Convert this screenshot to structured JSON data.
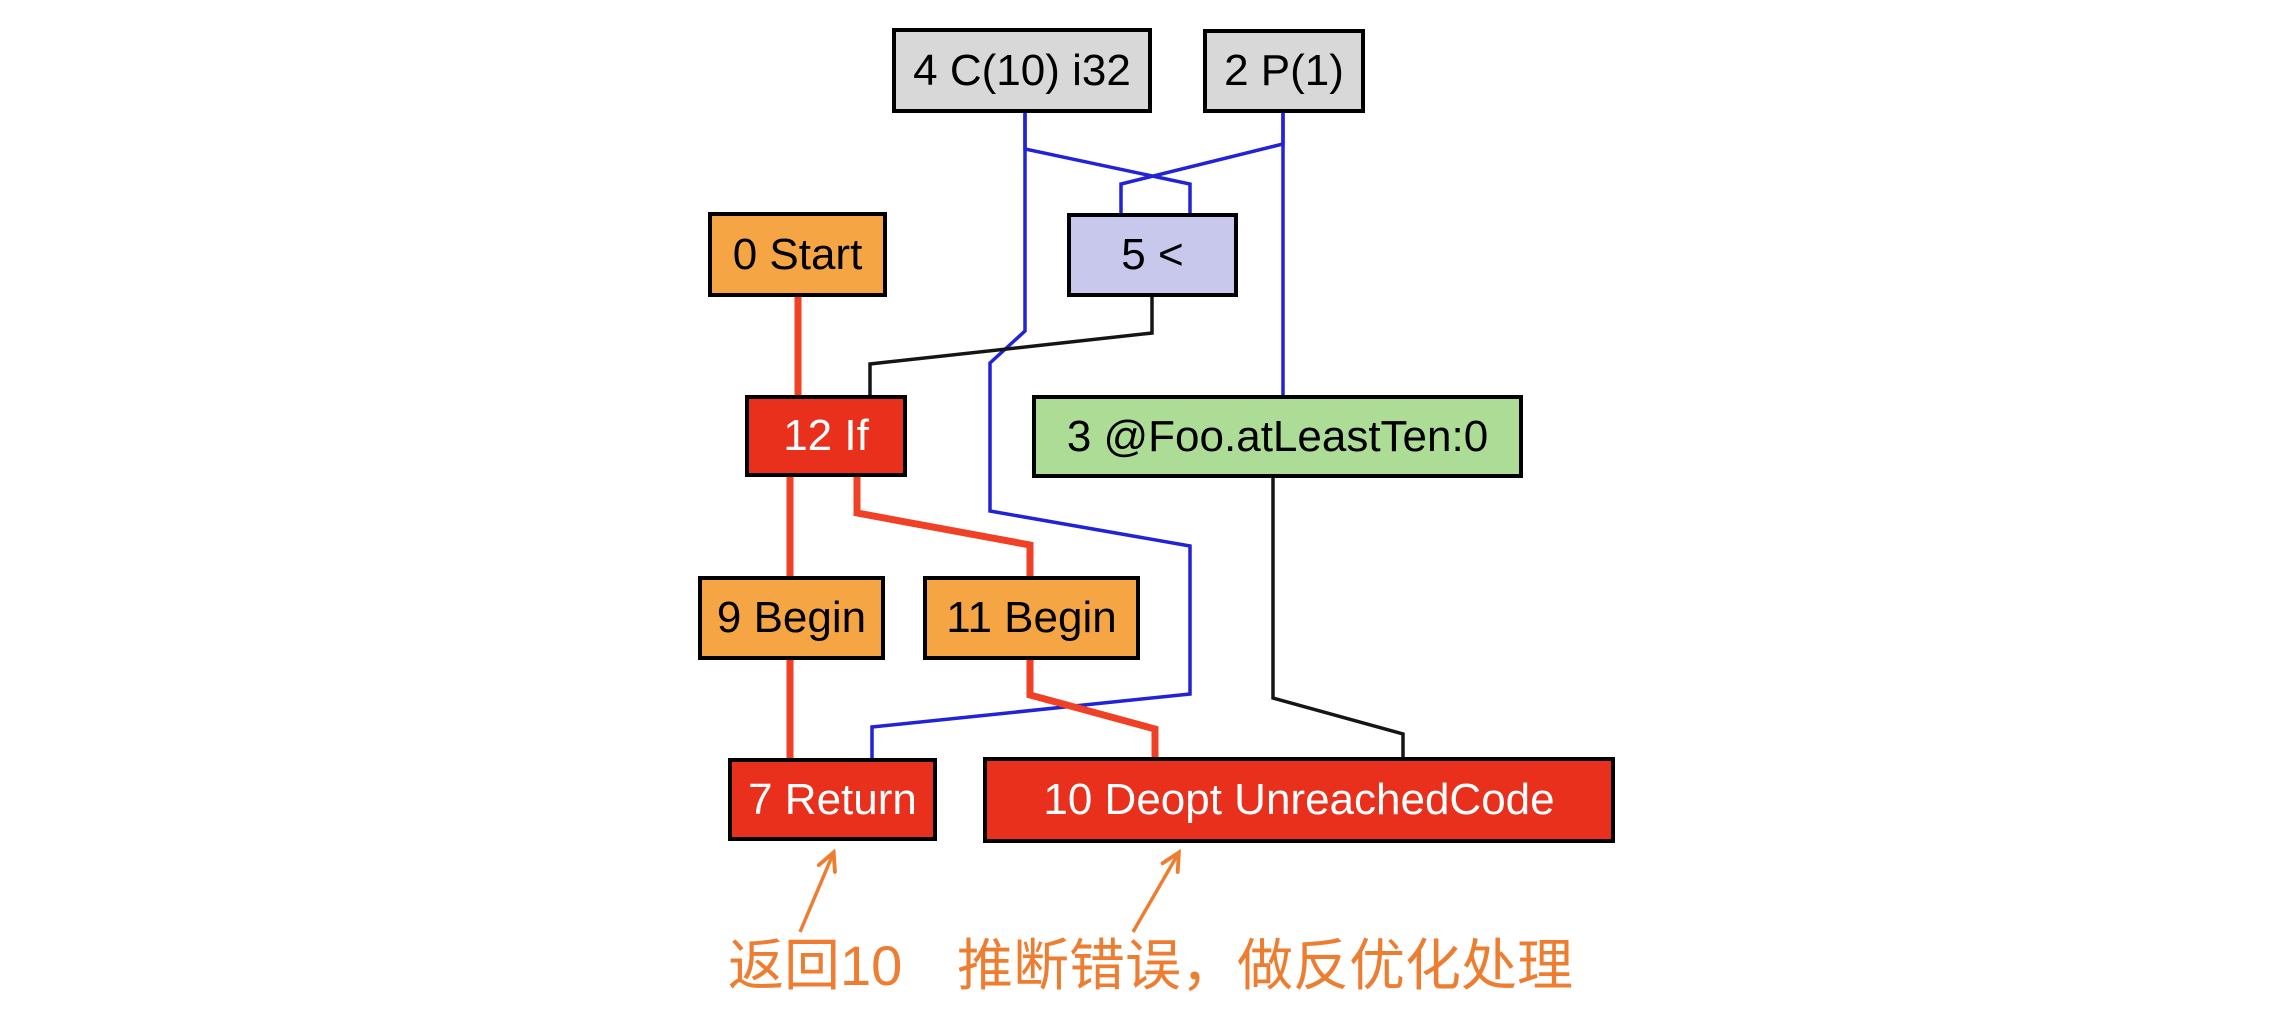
{
  "diagram": {
    "title": "JIT IR graph for @Foo.atLeastTen with deoptimization",
    "background": "#ffffff",
    "nodes": {
      "c10": {
        "label": "4 C(10) i32",
        "fill": "#d8d8d8",
        "text_color": "#000000"
      },
      "p1": {
        "label": "2 P(1)",
        "fill": "#d8d8d8",
        "text_color": "#000000"
      },
      "start": {
        "label": "0 Start",
        "fill": "#f6a544",
        "text_color": "#000000"
      },
      "lt": {
        "label": "5 <",
        "fill": "#c8c8ec",
        "text_color": "#000000"
      },
      "if": {
        "label": "12 If",
        "fill": "#e8301c",
        "text_color": "#ffffff"
      },
      "framestate": {
        "label": "3 @Foo.atLeastTen:0",
        "fill": "#addc96",
        "text_color": "#000000"
      },
      "begin9": {
        "label": "9 Begin",
        "fill": "#f6a544",
        "text_color": "#000000"
      },
      "begin11": {
        "label": "11 Begin",
        "fill": "#f6a544",
        "text_color": "#000000"
      },
      "return": {
        "label": "7 Return",
        "fill": "#e8301c",
        "text_color": "#ffffff"
      },
      "deopt": {
        "label": "10 Deopt UnreachedCode",
        "fill": "#e8301c",
        "text_color": "#ffffff"
      }
    },
    "edges": [
      {
        "from": "c10",
        "to": "lt",
        "type": "data"
      },
      {
        "from": "p1",
        "to": "lt",
        "type": "data"
      },
      {
        "from": "c10",
        "to": "return",
        "type": "data"
      },
      {
        "from": "p1",
        "to": "framestate",
        "type": "data"
      },
      {
        "from": "lt",
        "to": "if",
        "type": "other"
      },
      {
        "from": "framestate",
        "to": "deopt",
        "type": "other"
      },
      {
        "from": "start",
        "to": "if",
        "type": "control"
      },
      {
        "from": "if",
        "to": "begin9",
        "type": "control"
      },
      {
        "from": "begin9",
        "to": "return",
        "type": "control"
      },
      {
        "from": "if",
        "to": "begin11",
        "type": "control"
      },
      {
        "from": "begin11",
        "to": "deopt",
        "type": "control"
      }
    ],
    "edge_colors": {
      "data": "#2222d6",
      "control": "#f04127",
      "other": "#151515",
      "annotation": "#ed7d31"
    },
    "annotations": {
      "return_note": {
        "text": "返回10",
        "color": "#ed7d31",
        "points_at": "7 Return"
      },
      "deopt_note": {
        "text": "推断错误，做反优化处理",
        "color": "#ed7d31",
        "points_at": "10 Deopt UnreachedCode"
      }
    }
  }
}
